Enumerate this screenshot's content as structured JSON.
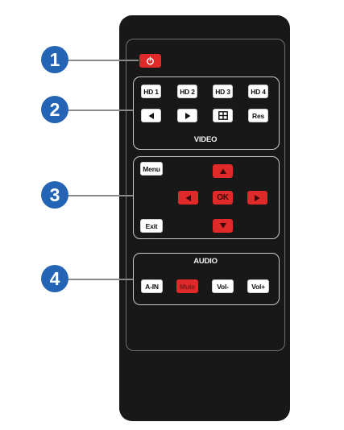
{
  "callouts": [
    "1",
    "2",
    "3",
    "4"
  ],
  "power": {
    "icon": "power-icon"
  },
  "video": {
    "label": "VIDEO",
    "hd_buttons": [
      "HD 1",
      "HD 2",
      "HD 3",
      "HD 4"
    ],
    "left_icon": "triangle-left-icon",
    "right_icon": "triangle-right-icon",
    "quad_icon": "quad-grid-icon",
    "res_label": "Res"
  },
  "navigation": {
    "menu_label": "Menu",
    "exit_label": "Exit",
    "ok_label": "OK",
    "up_icon": "triangle-up-icon",
    "down_icon": "triangle-down-icon",
    "left_icon": "triangle-left-icon",
    "right_icon": "triangle-right-icon"
  },
  "audio": {
    "label": "AUDIO",
    "buttons": [
      "A-IN",
      "Mute",
      "Vol-",
      "Vol+"
    ]
  },
  "colors": {
    "remote_body": "#181818",
    "red_button": "#e02a2a",
    "white_button": "#ffffff",
    "callout": "#2464b4"
  }
}
